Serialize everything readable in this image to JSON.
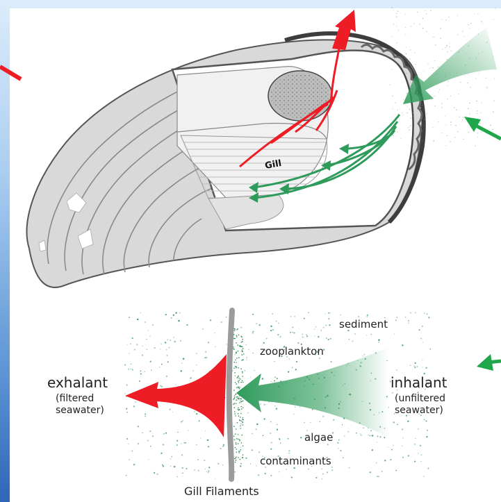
{
  "diagram": {
    "gill_label": "Gill",
    "filament_title": "Gill Filaments",
    "exhalant": {
      "title": "exhalant",
      "line1": "(filtered",
      "line2": "seawater)"
    },
    "inhalant": {
      "title": "inhalant",
      "line1": "(unfiltered",
      "line2": "seawater)"
    },
    "particles": [
      "sediment",
      "zooplankton",
      "algae",
      "contaminants"
    ]
  },
  "colors": {
    "exhalant_arrow": "#ee1c24",
    "inhalant_arrow": "#2e9b5a",
    "filament": "#9b9b9b",
    "shell": "#6d6d6d",
    "slide_frame": "#3a74c4"
  }
}
